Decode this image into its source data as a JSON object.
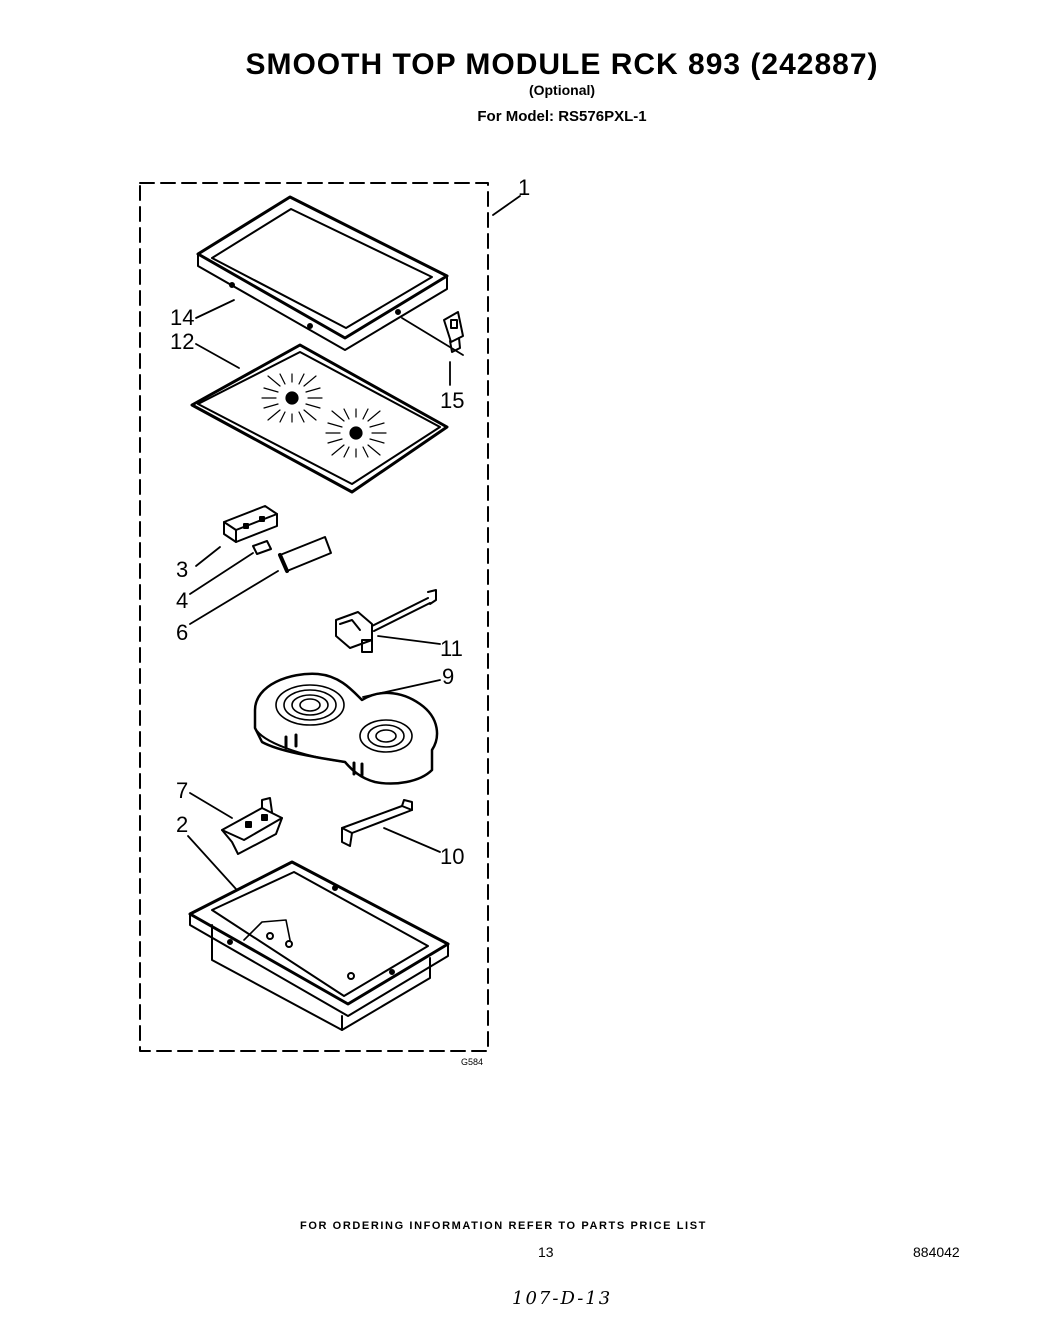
{
  "header": {
    "title": "SMOOTH TOP MODULE RCK 893 (242887)",
    "optional": "(Optional)",
    "model": "For Model: RS576PXL-1"
  },
  "diagram": {
    "callouts": {
      "c1": "1",
      "c14": "14",
      "c12": "12",
      "c15": "15",
      "c3": "3",
      "c4": "4",
      "c6": "6",
      "c11": "11",
      "c9": "9",
      "c7": "7",
      "c2": "2",
      "c10": "10"
    },
    "figure_id": "G584"
  },
  "footer": {
    "ordering_note": "FOR ORDERING INFORMATION REFER TO PARTS PRICE LIST",
    "page_number": "13",
    "document_number": "884042",
    "handwritten": "107-D-13"
  }
}
